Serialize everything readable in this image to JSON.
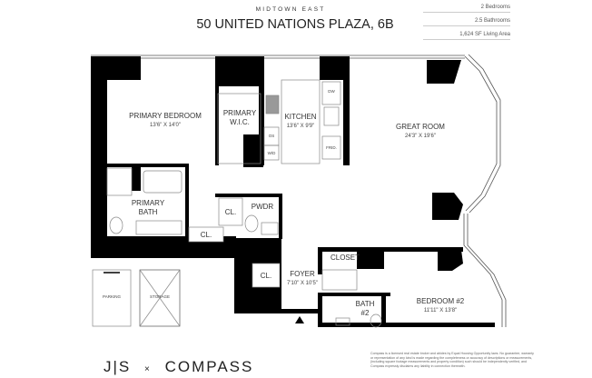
{
  "header": {
    "neighborhood": "MIDTOWN EAST",
    "title": "50 UNITED NATIONS PLAZA, 6B",
    "stats": [
      "2 Bedrooms",
      "2.5 Bathrooms",
      "1,624 SF Living Area"
    ]
  },
  "rooms": {
    "primary_bedroom": {
      "name": "PRIMARY BEDROOM",
      "dim": "13'6\" X 14'0\""
    },
    "primary_wic": {
      "name1": "PRIMARY",
      "name2": "W.I.C."
    },
    "kitchen": {
      "name": "KITCHEN",
      "dim": "13'6\" X 9'9\""
    },
    "great_room": {
      "name": "GREAT ROOM",
      "dim": "24'3\" X 19'6\""
    },
    "primary_bath": {
      "name1": "PRIMARY",
      "name2": "BATH"
    },
    "cl1": "CL.",
    "cl2": "CL.",
    "cl3": "CL.",
    "pwdr": "PWDR",
    "foyer": {
      "name": "FOYER",
      "dim": "7'10\" X 10'5\""
    },
    "closet": "CLOSET",
    "bath2": {
      "name1": "BATH",
      "name2": "#2"
    },
    "bedroom2": {
      "name": "BEDROOM #2",
      "dim": "11'11\" X 13'8\""
    },
    "appliances": {
      "dw": "DW",
      "os": "OS",
      "wd": "W/D",
      "frid": "FRID."
    },
    "parking": "PARKING",
    "storage": "STORAGE"
  },
  "footer": {
    "logo_left": "J|S",
    "logo_x": "×",
    "logo_right": "COMPASS",
    "disclaimer": "Compass is a licensed real estate broker and abides by Equal Housing Opportunity laws. No guarantee, warranty or representation of any kind is made regarding the completeness or accuracy of descriptions or measurements, (including square footage measurements and property condition) such should be independently verified, and Compass expressly disclaims any liability in connection therewith."
  }
}
